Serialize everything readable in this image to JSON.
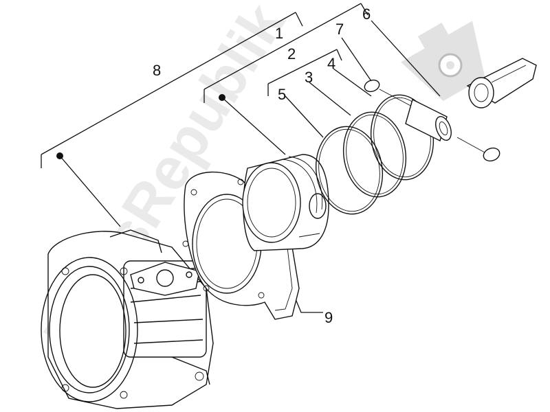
{
  "watermark": {
    "text": "PartsRepublik",
    "color": "#d4d4d4",
    "logo": "gear-icon"
  },
  "callouts": [
    {
      "id": "1",
      "label": "1"
    },
    {
      "id": "2",
      "label": "2"
    },
    {
      "id": "3",
      "label": "3"
    },
    {
      "id": "4",
      "label": "4"
    },
    {
      "id": "5",
      "label": "5"
    },
    {
      "id": "6",
      "label": "6"
    },
    {
      "id": "7",
      "label": "7"
    },
    {
      "id": "8",
      "label": "8"
    },
    {
      "id": "9",
      "label": "9"
    }
  ],
  "line_color": "#111111"
}
